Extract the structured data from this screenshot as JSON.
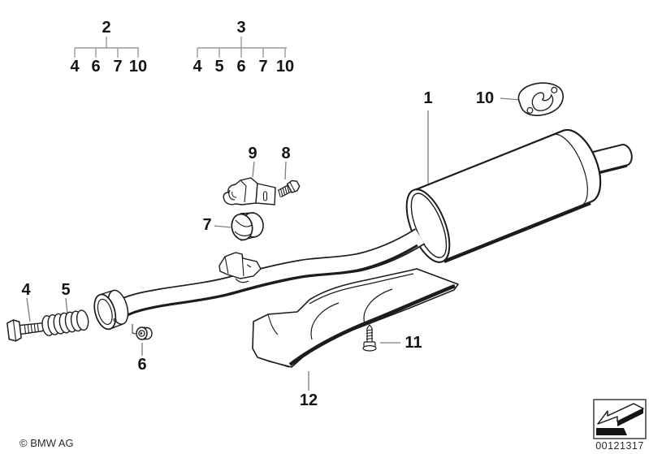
{
  "groups": {
    "g2": {
      "label": "2",
      "items": [
        "4",
        "6",
        "7",
        "10"
      ]
    },
    "g3": {
      "label": "3",
      "items": [
        "4",
        "5",
        "6",
        "7",
        "10"
      ]
    }
  },
  "callouts": {
    "c1": "1",
    "c4": "4",
    "c5": "5",
    "c6": "6",
    "c7": "7",
    "c8": "8",
    "c9": "9",
    "c10": "10",
    "c11": "11",
    "c12": "12"
  },
  "footer": {
    "copyright": "© BMW AG",
    "part_number": "00121317"
  },
  "colors": {
    "line": "#1c1c1c",
    "leader": "#7d7d7d",
    "bracket_line": "#9a9a9a",
    "background": "#ffffff"
  }
}
